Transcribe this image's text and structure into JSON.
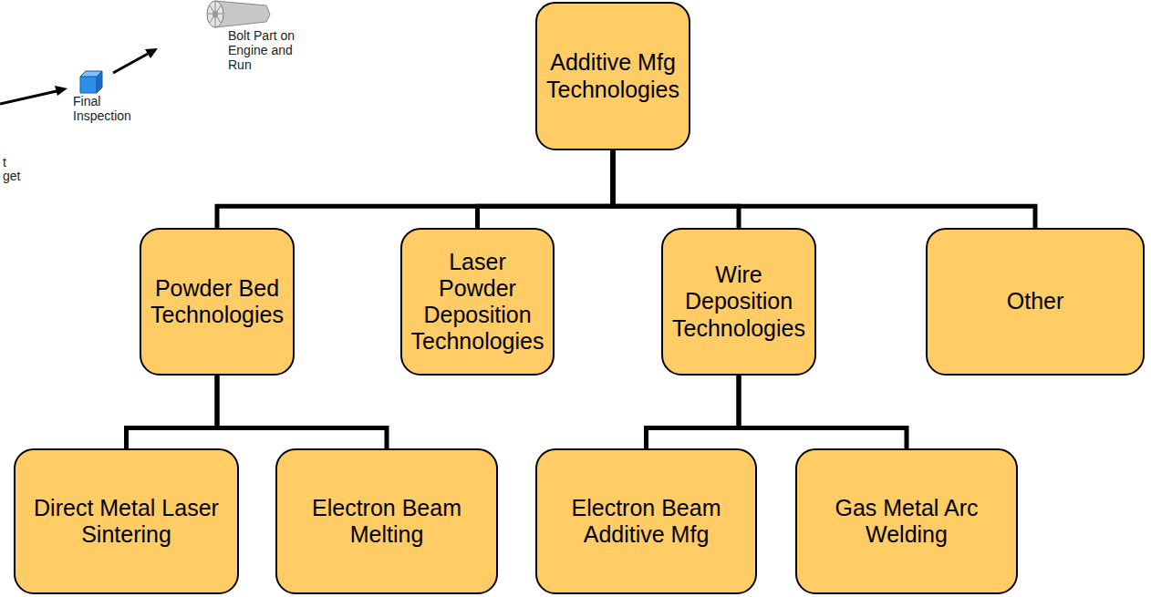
{
  "diagram": {
    "nodes": [
      {
        "text": [
          "Additive Mfg Technologies"
        ]
      },
      {
        "text": [
          "Powder Bed Technologies"
        ]
      },
      {
        "text": [
          "Laser Powder Deposition Technologies"
        ]
      },
      {
        "text": [
          "Wire Deposition Technologies"
        ]
      },
      {
        "text": [
          "Other"
        ]
      },
      {
        "text": [
          "Direct Metal Laser Sintering"
        ]
      },
      {
        "text": [
          "Electron Beam Melting"
        ]
      },
      {
        "text": [
          "Electron Beam Additive Mfg"
        ]
      },
      {
        "text": [
          "Gas Metal Arc Welding"
        ]
      }
    ],
    "edges": [
      {
        "from": 0,
        "to": 1,
        "arrow": "none"
      },
      {
        "from": 0,
        "to": 2,
        "arrow": "none"
      },
      {
        "from": 0,
        "to": 3,
        "arrow": "none"
      },
      {
        "from": 0,
        "to": 4,
        "arrow": "none"
      },
      {
        "from": 1,
        "to": 5,
        "arrow": "none"
      },
      {
        "from": 1,
        "to": 6,
        "arrow": "none"
      },
      {
        "from": 3,
        "to": 7,
        "arrow": "none"
      },
      {
        "from": 3,
        "to": 8,
        "arrow": "none"
      }
    ],
    "labels": [
      "Final Inspection",
      "Bolt Part on Engine and Run",
      "t",
      "get"
    ]
  }
}
